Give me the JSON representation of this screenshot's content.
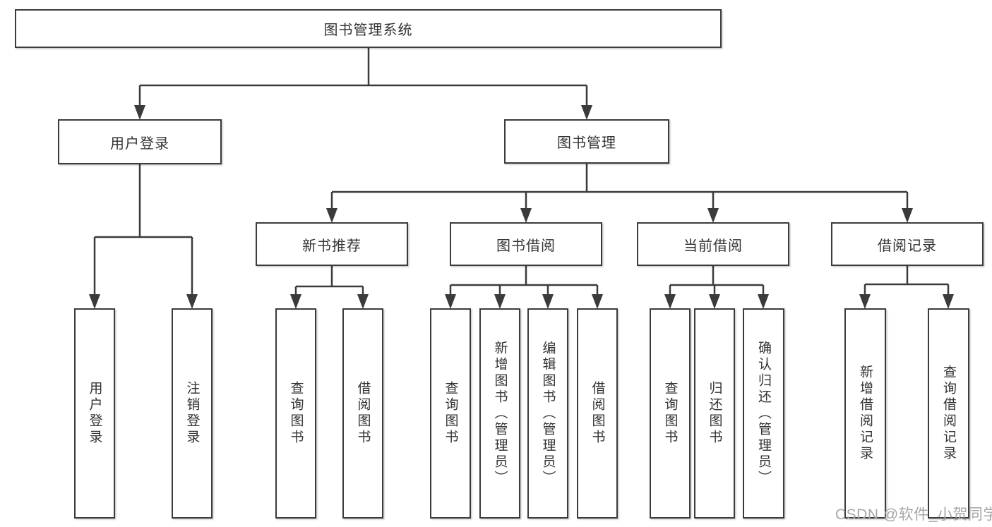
{
  "tree": {
    "label": "图书管理系统",
    "children": [
      {
        "label": "用户登录",
        "children": [
          {
            "label": "用户登录"
          },
          {
            "label": "注销登录"
          }
        ]
      },
      {
        "label": "图书管理",
        "children": [
          {
            "label": "新书推荐",
            "children": [
              {
                "label": "查询图书"
              },
              {
                "label": "借阅图书"
              }
            ]
          },
          {
            "label": "图书借阅",
            "children": [
              {
                "label": "查询图书"
              },
              {
                "label": "新增图书（管理员）"
              },
              {
                "label": "编辑图书（管理员）"
              },
              {
                "label": "借阅图书"
              }
            ]
          },
          {
            "label": "当前借阅",
            "children": [
              {
                "label": "查询图书"
              },
              {
                "label": "归还图书"
              },
              {
                "label": "确认归还（管理员）"
              }
            ]
          },
          {
            "label": "借阅记录",
            "children": [
              {
                "label": "新增借阅记录"
              },
              {
                "label": "查询借阅记录"
              }
            ]
          }
        ]
      }
    ]
  },
  "watermark": "CSDN @软件_小贺同学",
  "colors": {
    "line": "#3b3b3b",
    "box_border": "#3b3b3b",
    "text": "#333333",
    "watermark": "#a6a6a6",
    "background": "#ffffff"
  }
}
